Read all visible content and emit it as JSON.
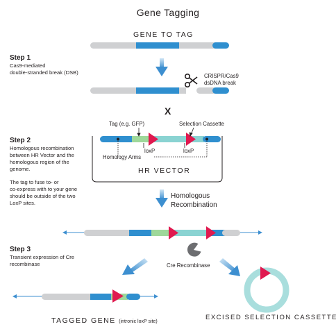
{
  "title": "Gene Tagging",
  "gene_to_tag": "GENE TO TAG",
  "step1": {
    "heading": "Step 1",
    "desc_line1": "Cas9-mediated",
    "desc_line2": "double-stranded break (DSB)",
    "crispr_line1": "CRISPR/Cas9",
    "crispr_line2": "dsDNA break"
  },
  "cross_mark": "X",
  "step2": {
    "heading": "Step 2",
    "desc_lines": [
      "Homologous recombination",
      "between HR Vector and the",
      "homologous region of the",
      "genome."
    ],
    "note_lines": [
      "The tag to fuse to- or",
      "co-express with to your gene",
      "should be outside of the two",
      "LoxP sites."
    ],
    "tag_label": "Tag (e.g. GFP)",
    "selection_label": "Selection Cassette",
    "loxp1": "loxP",
    "loxp2": "loxP",
    "homology_arms": "Homology Arms",
    "hr_vector": "HR VECTOR"
  },
  "homologous_recombination_line1": "Homologous",
  "homologous_recombination_line2": "Recombination",
  "step3": {
    "heading": "Step 3",
    "desc_line1": "Transient expression of Cre",
    "desc_line2": "recombinase",
    "cre_label": "Cre Recombinase"
  },
  "tagged_gene": "TAGGED GENE",
  "tagged_gene_note": "(intronic loxP site)",
  "excised_cassette": "EXCISED SELECTION CASSETTE",
  "colors": {
    "gray": "#cfd0d2",
    "blue": "#2f8fcf",
    "green": "#9ed89a",
    "teal": "#8ad3d2",
    "red": "#e0194f",
    "arrow": "#3d8fd0"
  }
}
